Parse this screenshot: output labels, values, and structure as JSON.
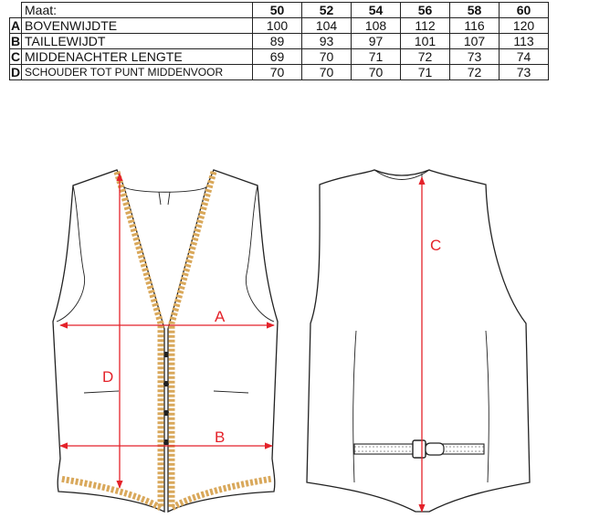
{
  "table": {
    "header_label": "Maat:",
    "sizes": [
      "50",
      "52",
      "54",
      "56",
      "58",
      "60"
    ],
    "rows": [
      {
        "letter": "A",
        "label": "BOVENWIJDTE",
        "values": [
          "100",
          "104",
          "108",
          "112",
          "116",
          "120"
        ]
      },
      {
        "letter": "B",
        "label": "TAILLEWIJDT",
        "values": [
          "89",
          "93",
          "97",
          "101",
          "107",
          "113"
        ]
      },
      {
        "letter": "C",
        "label": "MIDDENACHTER LENGTE",
        "values": [
          "69",
          "70",
          "71",
          "72",
          "73",
          "74"
        ]
      },
      {
        "letter": "D",
        "label": "SCHOUDER TOT PUNT MIDDENVOOR",
        "values": [
          "70",
          "70",
          "70",
          "71",
          "72",
          "73"
        ]
      }
    ]
  },
  "drawing": {
    "front_labels": {
      "a": "A",
      "b": "B",
      "d": "D"
    },
    "back_labels": {
      "c": "C"
    },
    "colors": {
      "measure_line": "#e4222a",
      "trim": "#d9a85b",
      "outline": "#222222"
    }
  }
}
